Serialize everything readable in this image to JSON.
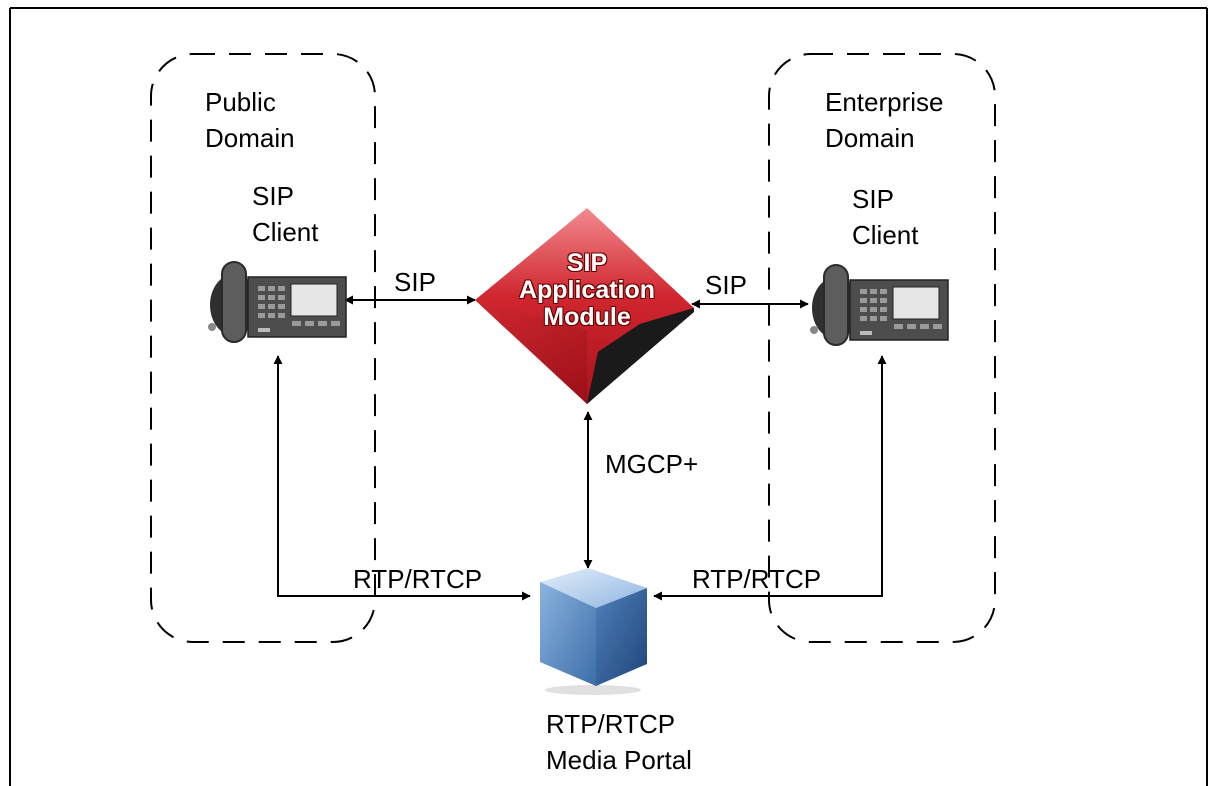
{
  "domains": {
    "public": {
      "line1": "Public",
      "line2": "Domain"
    },
    "enterprise": {
      "line1": "Enterprise",
      "line2": "Domain"
    }
  },
  "clients": {
    "left": {
      "line1": "SIP",
      "line2": "Client"
    },
    "right": {
      "line1": "SIP",
      "line2": "Client"
    }
  },
  "module": {
    "line1": "SIP",
    "line2": "Application",
    "line3": "Module"
  },
  "links": {
    "sip_left": "SIP",
    "sip_right": "SIP",
    "mgcp": "MGCP+",
    "rtp_left": "RTP/RTCP",
    "rtp_right": "RTP/RTCP"
  },
  "portal": {
    "line1": "RTP/RTCP",
    "line2": "Media Portal"
  },
  "colors": {
    "module_red": "#c8202a",
    "module_dark": "#7a0c12",
    "portal_blue": "#6f9fd0",
    "phone_gray": "#4a4a4a"
  },
  "icons": {
    "phones": "ip-phone-icon",
    "module": "diamond-module-icon",
    "portal": "cube-icon"
  }
}
